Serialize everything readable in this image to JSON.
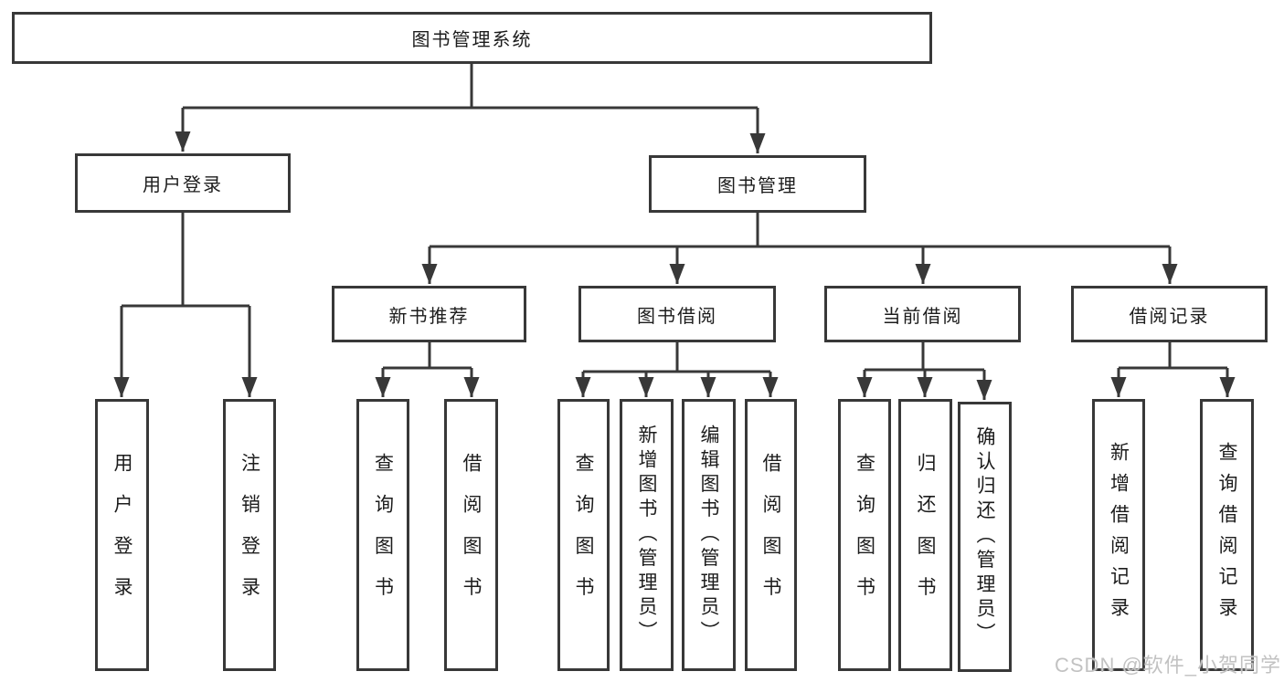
{
  "tree": {
    "root": "图书管理系统",
    "level2": {
      "user_login": "用户登录",
      "book_mgmt": "图书管理"
    },
    "level3": {
      "new_book": "新书推荐",
      "book_borrow": "图书借阅",
      "current_borrow": "当前借阅",
      "borrow_records": "借阅记录"
    },
    "leaves": {
      "user_login": [
        "用户登录",
        "注销登录"
      ],
      "new_book": [
        "查询图书",
        "借阅图书"
      ],
      "book_borrow": [
        "查询图书",
        "新增图书（管理员）",
        "编辑图书（管理员）",
        "借阅图书"
      ],
      "current_borrow": [
        "查询图书",
        "归还图书",
        "确认归还（管理员）"
      ],
      "borrow_records": [
        "新增借阅记录",
        "查询借阅记录"
      ]
    }
  },
  "watermark": "CSDN @软件_小贺同学",
  "colors": {
    "line": "#383838",
    "text": "#1c1c1c",
    "background": "#ffffff",
    "watermark": "#c2c2c2"
  }
}
